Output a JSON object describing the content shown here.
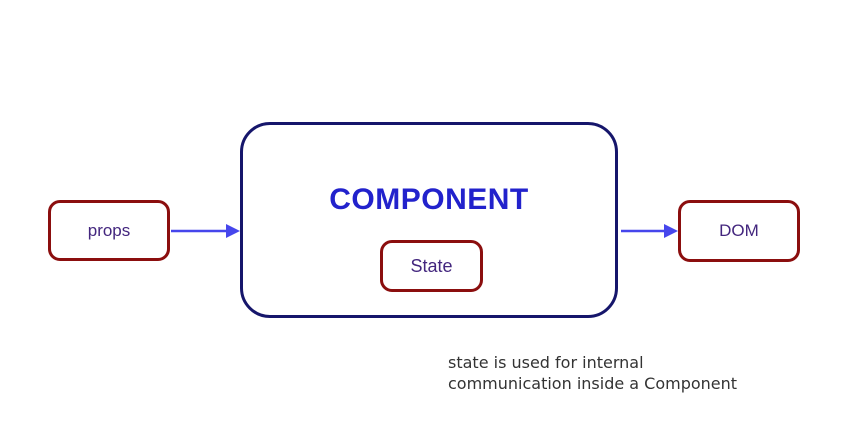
{
  "diagram": {
    "props_label": "props",
    "component_label": "COMPONENT",
    "state_label": "State",
    "dom_label": "DOM",
    "caption": {
      "line1": "state is used for internal",
      "line2": "communication inside a Component"
    },
    "colors": {
      "red_box_border": "#8b0e0e",
      "component_border": "#16166b",
      "component_title_text": "#2222cc",
      "box_label_text": "#43267e",
      "arrow": "#4646ec",
      "caption_text": "#333333"
    }
  }
}
